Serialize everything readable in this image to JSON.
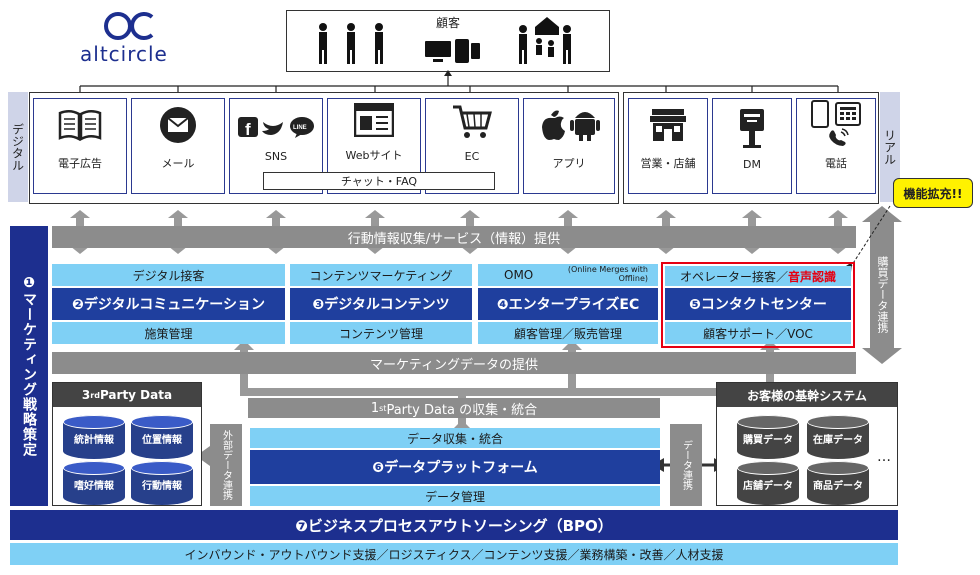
{
  "brand": {
    "logo_text": "altcircle"
  },
  "customer": {
    "label": "顧客"
  },
  "side_labels": {
    "digital": "デジタル",
    "real": "リアル"
  },
  "channels": [
    {
      "label": "電子広告",
      "icon": "book-icon"
    },
    {
      "label": "メール",
      "icon": "mail-icon"
    },
    {
      "label": "SNS",
      "icon": "sns-icon"
    },
    {
      "label": "Webサイト",
      "icon": "website-icon"
    },
    {
      "label": "EC",
      "icon": "cart-icon"
    },
    {
      "label": "アプリ",
      "icon": "app-icon"
    },
    {
      "label": "営業・店舗",
      "icon": "store-icon"
    },
    {
      "label": "DM",
      "icon": "mailbox-icon"
    },
    {
      "label": "電話",
      "icon": "phone-icon"
    }
  ],
  "chat_faq": "チャット・FAQ",
  "callout": "機能拡充!!",
  "bands": {
    "behavior": "行動情報収集/サービス（情報）提供",
    "marketing_data": "マーケティングデータの提供",
    "first_party": {
      "prefix": "1",
      "sup": "st",
      "rest": " Party Data の収集・統合"
    }
  },
  "strategy_label": "❶マーケティング戦略策定",
  "purchase_link": "購買データ連携",
  "modules": [
    {
      "top": "デジタル接客",
      "main": "❷デジタルコミュニケーション",
      "bottom": "施策管理"
    },
    {
      "top": "コンテンツマーケティング",
      "main": "❸デジタルコンテンツ",
      "bottom": "コンテンツ管理"
    },
    {
      "top": "OMO",
      "top_note": "(Online Merges with Offline)",
      "main": "❹エンタープライズEC",
      "bottom": "顧客管理／販売管理"
    },
    {
      "top": "オペレーター接客／",
      "top_red": "音声認識",
      "main": "❺コンタクトセンター",
      "bottom": "顧客サポート／VOC"
    }
  ],
  "third_party": {
    "title_prefix": "3",
    "title_sup": "rd",
    "title_rest": " Party Data",
    "items": [
      "統計情報",
      "位置情報",
      "嗜好情報",
      "行動情報"
    ]
  },
  "external_link": "外部データ連携",
  "data_link": "データ連携",
  "platform": {
    "top": "データ収集・統合",
    "main": "❻データプラットフォーム",
    "bottom": "データ管理"
  },
  "core_system": {
    "title": "お客様の基幹システム",
    "items": [
      "購買データ",
      "在庫データ",
      "店舗データ",
      "商品データ"
    ],
    "ellipsis": "…"
  },
  "bpo": {
    "title": "❼ビジネスプロセスアウトソーシング（BPO）",
    "sub": "インバウンド・アウトバウンド支援／ロジスティクス／コンテンツ支援／業務構築・改善／人材支援"
  },
  "colors": {
    "navy": "#1d2f8f",
    "light_blue": "#7fd0f5",
    "gray": "#8c8c8c",
    "red": "#e60012",
    "callout": "#fff200"
  }
}
